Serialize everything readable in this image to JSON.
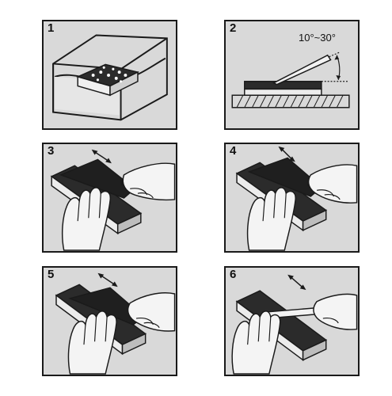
{
  "steps": [
    {
      "number": "1",
      "icon": "soaking-stone-in-water"
    },
    {
      "number": "2",
      "icon": "knife-angle-on-stone",
      "angle_label": "10°~30°"
    },
    {
      "number": "3",
      "icon": "sharpening-hands-step-3"
    },
    {
      "number": "4",
      "icon": "sharpening-hands-step-4"
    },
    {
      "number": "5",
      "icon": "sharpening-hands-step-5"
    },
    {
      "number": "6",
      "icon": "sharpening-hands-step-6"
    }
  ],
  "colors": {
    "panel_bg": "#d9d9d9",
    "outline": "#1a1a1a",
    "stone_dark": "#2b2b2b",
    "stone_light": "#ececec",
    "skin": "#f4f4f4"
  }
}
